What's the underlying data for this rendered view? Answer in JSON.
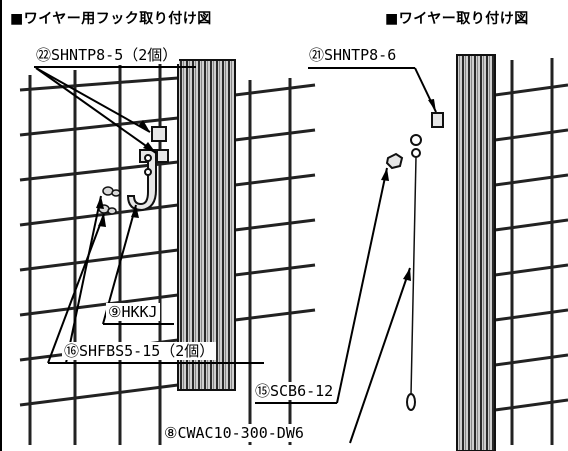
{
  "titles": {
    "hook_install": "■ワイヤー用フック取り付け図",
    "wire_install": "■ワイヤー取り付け図"
  },
  "callouts": {
    "c22": "㉒SHNTP8-5（2個）",
    "c21": "㉑SHNTP8-6",
    "c9": "⑨HKKJ",
    "c16": "⑯SHFBS5-15（2個）",
    "c15": "⑮SCB6-12",
    "c8": "⑧CWAC10-300-DW6"
  }
}
